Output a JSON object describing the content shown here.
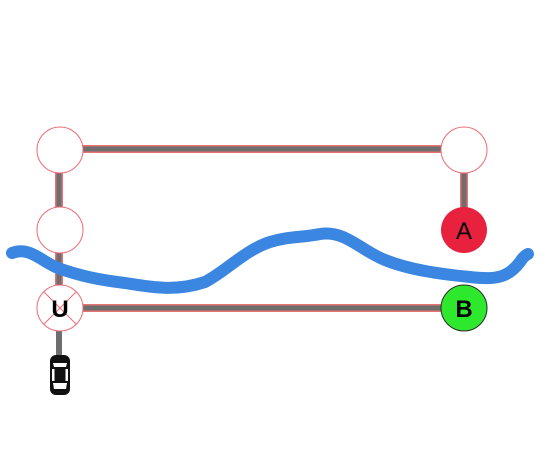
{
  "colors": {
    "background": "#ffffff",
    "road_fill": "#6e6e6e",
    "road_outline": "#e57373",
    "river": "#3b86e0",
    "node_fill": "#ffffff",
    "node_stroke": "#ef6a78",
    "destination_a": "#e8213f",
    "destination_b": "#2ee82e",
    "u_turn_cross": "#ef6a78",
    "car": "#111111"
  },
  "destinations": {
    "a": {
      "label": "A",
      "color": "red"
    },
    "b": {
      "label": "B",
      "color": "green"
    }
  },
  "u_turn": {
    "label": "U",
    "icon": "u-turn-marker"
  },
  "car": {
    "icon": "car-icon",
    "heading": "down"
  },
  "river": {
    "icon": "river"
  }
}
